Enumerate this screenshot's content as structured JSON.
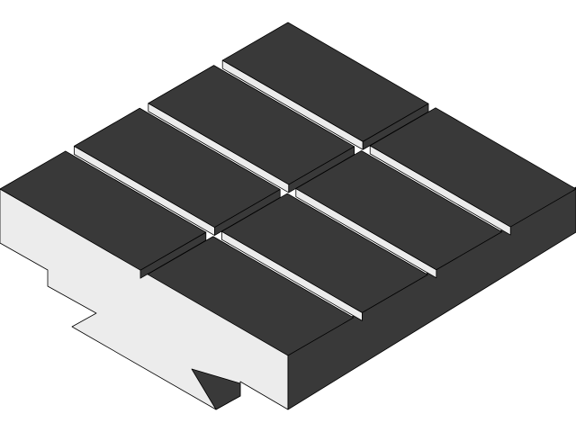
{
  "scene": {
    "object": "t-slot-plate",
    "grid": {
      "rows": 4,
      "cols": 2
    },
    "colors": {
      "top_face": "#393939",
      "side_face_light": "#ececec",
      "side_face_dark": "#393939",
      "edge": "#000000",
      "background": "#ffffff"
    }
  }
}
